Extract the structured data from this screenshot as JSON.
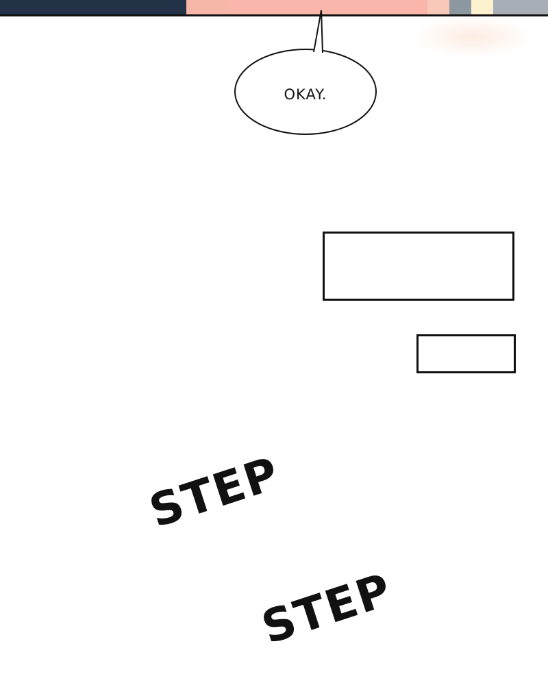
{
  "speech_bubble": {
    "text": "OKAY."
  },
  "sound_effects": [
    "STEP",
    "STEP"
  ],
  "colors": {
    "ink": "#111111",
    "panel_dark": "#243247",
    "skin": "#fbb6ab"
  }
}
